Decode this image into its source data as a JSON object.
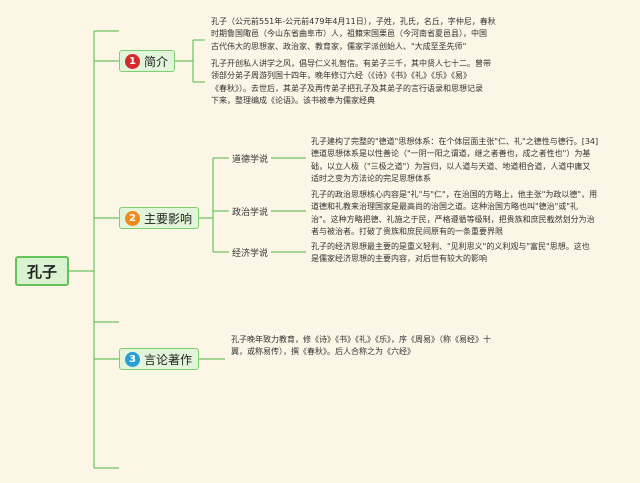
{
  "root": {
    "label": "孔子"
  },
  "branches": [
    {
      "number": "1",
      "badge_color": "#d7282a",
      "label": "简介",
      "paragraphs": [
        "孔子（公元前551年-公元前479年4月11日），子姓，孔氏，名丘，字仲尼，春秋\n时期鲁国陬邑（今山东省曲阜市）人，祖籍宋国栗邑（今河南省夏邑县），中国\n古代伟大的思想家、政治家、教育家，儒家学派创始人、\"大成至圣先师\"",
        "孔子开创私人讲学之风，倡导仁义礼智信。有弟子三千，其中贤人七十二。曾带\n领部分弟子周游列国十四年，晚年修订六经（《诗》《书》《礼》《乐》《易》\n《春秋》）。去世后，其弟子及再传弟子把孔子及其弟子的言行语录和思想记录\n下来，整理编成《论语》。该书被奉为儒家经典"
      ]
    },
    {
      "number": "2",
      "badge_color": "#f08a1c",
      "label": "主要影响",
      "subs": [
        {
          "label": "道德学说",
          "text": "孔子建构了完整的\"德道\"思想体系：在个体层面主张\"仁、礼\"之德性与德行。[34]\n德道思想体系是以性善论（\"一阴一阳之谓道，继之者善也，成之者性也\"）为基\n础，以立人极（\"三极之道\"）为旨归，以人道与天道、地道相合道，人道中庸又\n适时之变为方法论的完足思想体系"
        },
        {
          "label": "政治学说",
          "text": "孔子的政治思想核心内容是\"礼\"与\"仁\"，在治国的方略上，他主张\"为政以德\"，用\n道德和礼教来治理国家是最高尚的治国之道。这种治国方略也叫\"德治\"或\"礼\n治\"。这种方略把德、礼施之于民，严格遵循等级制，把贵族和庶民截然划分为治\n者与被治者。打破了贵族和庶民间原有的一条重要界限"
        },
        {
          "label": "经济学说",
          "text": "孔子的经济思想最主要的是重义轻利、\"见利思义\"的义利观与\"富民\"思想。这也\n是儒家经济思想的主要内容，对后世有较大的影响"
        }
      ]
    },
    {
      "number": "3",
      "badge_color": "#2a9fd6",
      "label": "言论著作",
      "paragraphs": [
        "孔子晚年致力教育，修《诗》《书》《礼》《乐》，序《周易》（称《易经》十\n翼，或称易传），撰《春秋》。后人合称之为《六经》"
      ]
    }
  ]
}
